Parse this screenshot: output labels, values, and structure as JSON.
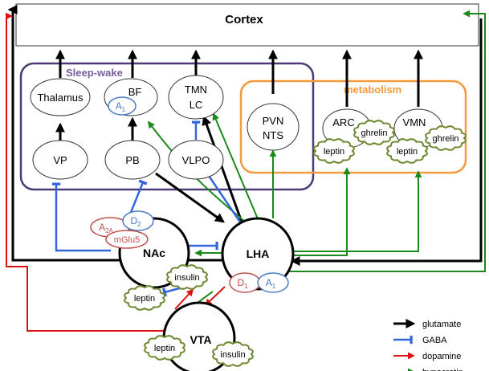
{
  "title": "Cortex",
  "groups": {
    "sleep_wake": "Sleep-wake",
    "metabolism": "metabolism"
  },
  "nodes": {
    "thalamus": "Thalamus",
    "bf": "BF",
    "tmn": "TMN",
    "lc": "LC",
    "pvn": "PVN",
    "nts": "NTS",
    "arc": "ARC",
    "vmn": "VMN",
    "vp": "VP",
    "pb": "PB",
    "vlpo": "VLPO",
    "nac": "NAc",
    "lha": "LHA",
    "vta": "VTA"
  },
  "receptors": {
    "a1_bf": "A",
    "a1_bf_sub": "1",
    "a2a": "A",
    "a2a_sub": "2A",
    "d2": "D",
    "d2_sub": "2",
    "mglu5": "mGlu5",
    "d1": "D",
    "d1_sub": "1",
    "a1_lha": "A",
    "a1_lha_sub": "1"
  },
  "hormones": {
    "leptin": "leptin",
    "ghrelin": "ghrelin",
    "insulin": "insulin"
  },
  "legend": [
    {
      "label": "glutamate",
      "color": "#000000",
      "kind": "arrow"
    },
    {
      "label": "GABA",
      "color": "#3366dd",
      "kind": "bar"
    },
    {
      "label": "dopamine",
      "color": "#dd1111",
      "kind": "arrow"
    },
    {
      "label": "hypocretin",
      "color": "#1a8a1a",
      "kind": "arrow"
    }
  ],
  "colors": {
    "glutamate": "#000000",
    "gaba": "#3366dd",
    "dopamine": "#dd1111",
    "hypocretin": "#1a8a1a",
    "sleep_wake": "#4e3a78",
    "metabolism": "#f39a3c",
    "receptor_red": "#c0504d",
    "receptor_blue": "#4a7cc4",
    "cloud": "#6f8a32"
  }
}
